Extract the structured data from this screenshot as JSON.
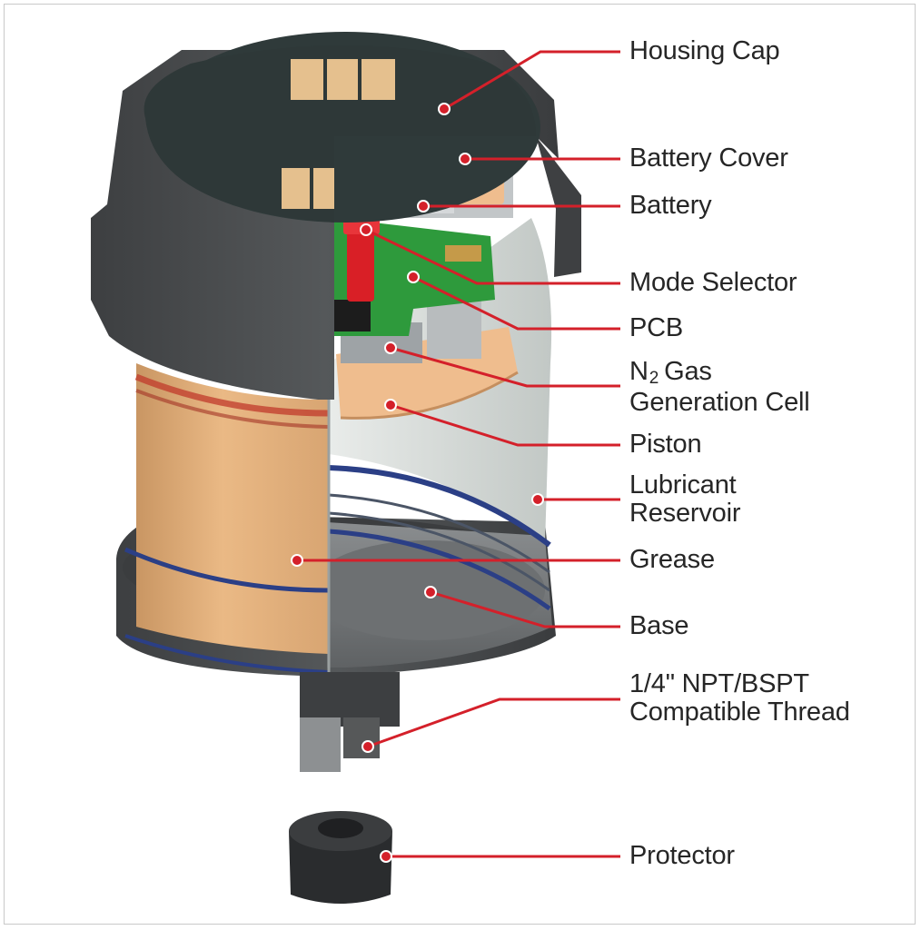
{
  "colors": {
    "leader": "#d4202a",
    "housing": "#4a4c4e",
    "housing_dark": "#2f3133",
    "grease": "#e3b27f",
    "copper": "#efbd8e",
    "pcb": "#2e9a3c",
    "selector": "#d91f26",
    "seal_blue": "#2b3f86",
    "clear_wall": "#d6dad8"
  },
  "labels": {
    "housing_cap": "Housing Cap",
    "battery_cover": "Battery Cover",
    "battery": "Battery",
    "mode_selector": "Mode Selector",
    "pcb": "PCB",
    "gas_cell": {
      "n": "N",
      "sub": "2",
      "gas": "Gas",
      "line2": "Generation Cell"
    },
    "piston": "Piston",
    "reservoir": {
      "line1": "Lubricant",
      "line2": "Reservoir"
    },
    "grease": "Grease",
    "base": "Base",
    "thread": {
      "line1": "1/4\" NPT/BSPT",
      "line2": "Compatible Thread"
    },
    "protector": "Protector"
  }
}
